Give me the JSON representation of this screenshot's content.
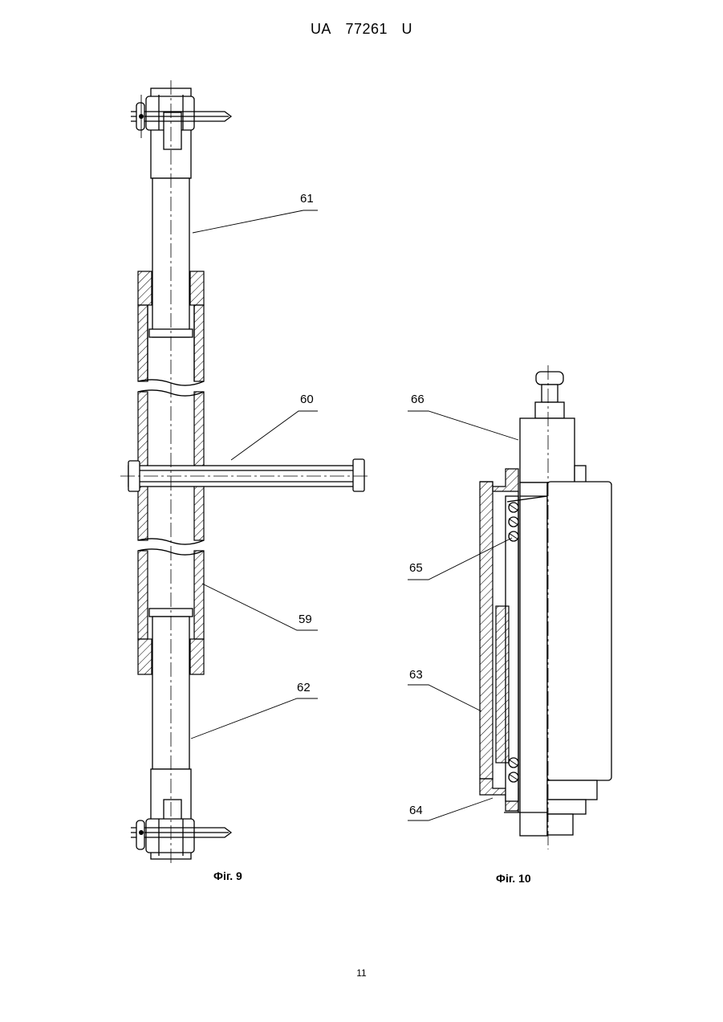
{
  "header": {
    "country": "UA",
    "number": "77261",
    "kind": "U"
  },
  "figures": [
    {
      "caption": "Фіг. 9",
      "labels": [
        "61",
        "60",
        "59",
        "62"
      ]
    },
    {
      "caption": "Фіг. 10",
      "labels": [
        "66",
        "65",
        "63",
        "64"
      ]
    }
  ],
  "page_number": "11"
}
